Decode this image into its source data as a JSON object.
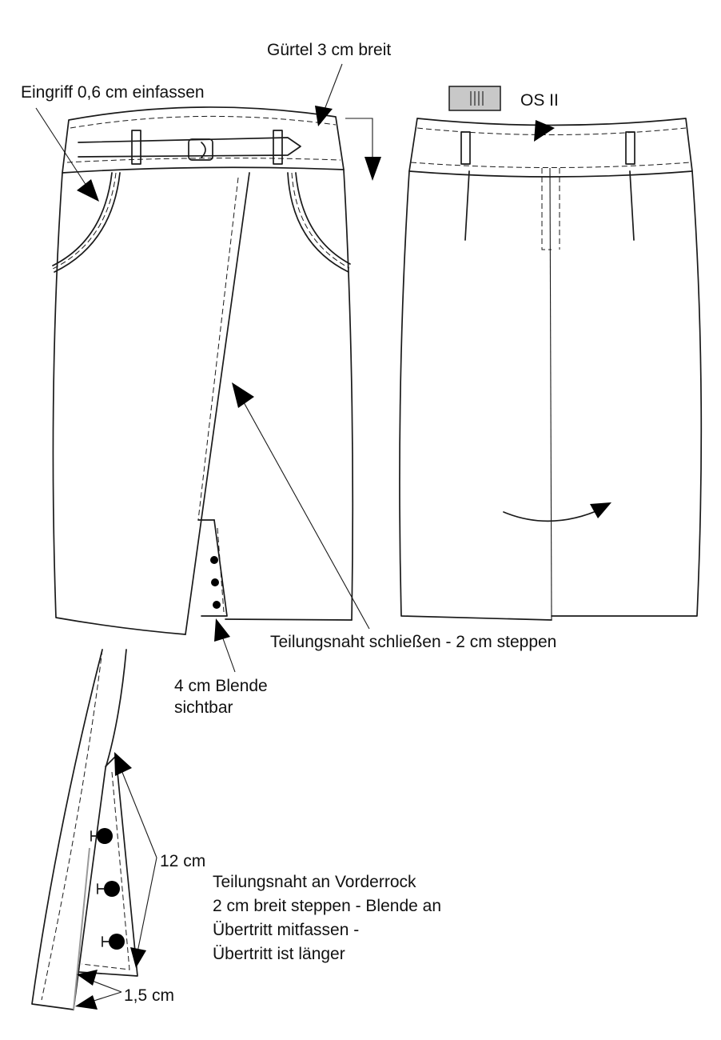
{
  "labels": {
    "belt": "Gürtel 3 cm breit",
    "pocket": "Eingriff 0,6 cm einfassen",
    "os": "OS II",
    "seam": "Teilungsnaht schließen - 2 cm steppen",
    "facing_l1": "4 cm Blende",
    "facing_l2": "sichtbar",
    "length": "12 cm",
    "note_l1": "Teilungsnaht an Vorderrock",
    "note_l2": "2 cm breit steppen - Blende an",
    "note_l3": "Übertritt mitfassen -",
    "note_l4": "Übertritt ist länger",
    "overlap": "1,5 cm"
  },
  "colors": {
    "line": "#1a1a1a",
    "swatch": "#c8c8c8",
    "arrow": "#000000"
  },
  "icons": {
    "zipper": "zipper-swatch-icon",
    "button": "button-icon",
    "arrow": "arrow-head-icon"
  }
}
